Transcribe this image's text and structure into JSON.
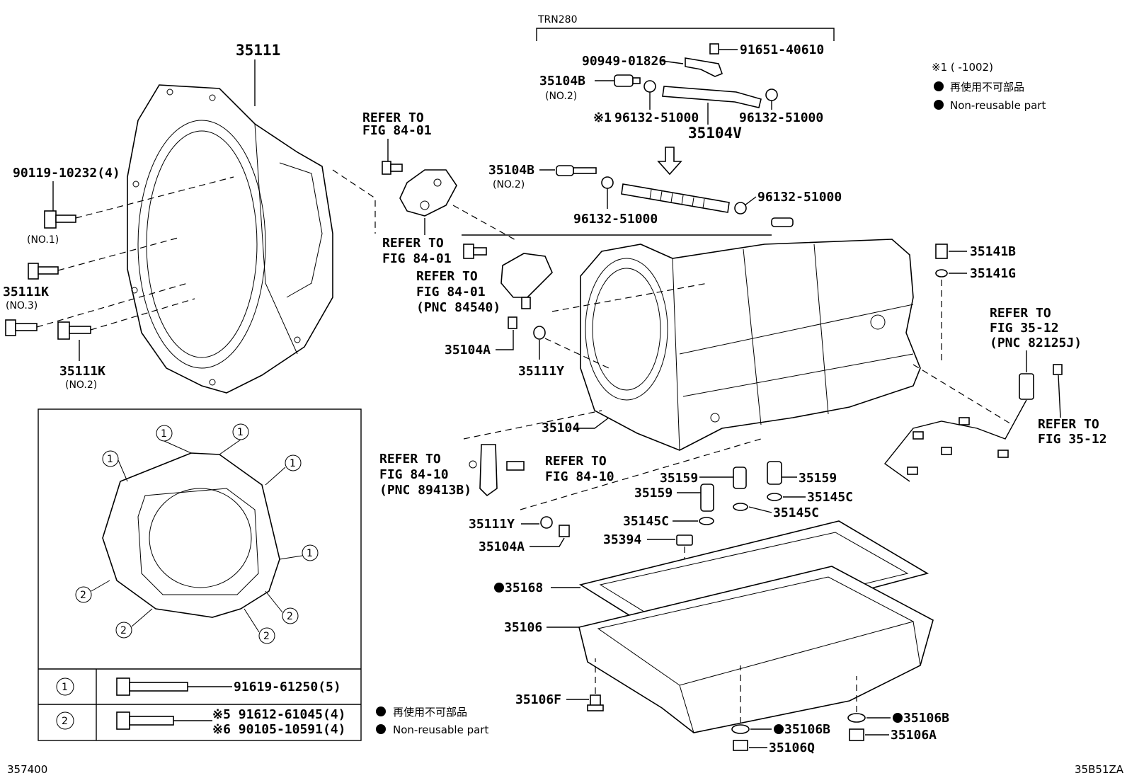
{
  "variant": {
    "title": "TRN280"
  },
  "legend_top": {
    "mark_text": "※1 (      -1002)",
    "jp_text": "再使用不可部品",
    "en_text": "Non-reusable part"
  },
  "legend_bottom": {
    "jp_text": "再使用不可部品",
    "en_text": "Non-reusable part"
  },
  "labels": {
    "p35111": "35111",
    "p90119": "90119-10232(4)",
    "no1": "(NO.1)",
    "p35111k_3": "35111K",
    "no3": "(NO.3)",
    "p35111k_2": "35111K",
    "no2_a": "(NO.2)",
    "refer_a1": "REFER TO",
    "refer_a2": "FIG 84-01",
    "refer_b1": "REFER TO",
    "refer_b2": "FIG 84-01",
    "refer_c1": "REFER TO",
    "refer_c2": "FIG 84-01",
    "refer_c3": "(PNC 84540)",
    "p90949": "90949-01826",
    "p91651": "91651-40610",
    "p35104b_top": "35104B",
    "no2_b": "(NO.2)",
    "mark1": "※1",
    "p96132_a": "96132-51000",
    "p96132_b": "96132-51000",
    "p35104v": "35104V",
    "p35104b_mid": "35104B",
    "no2_c": "(NO.2)",
    "p96132_c": "96132-51000",
    "p96132_d": "96132-51000",
    "p35104a_a": "35104A",
    "p35111y_a": "35111Y",
    "p35104": "35104",
    "p35141b": "35141B",
    "p35141g": "35141G",
    "refer_d1": "REFER TO",
    "refer_d2": "FIG 35-12",
    "refer_d3": "(PNC 82125J)",
    "refer_e1": "REFER TO",
    "refer_e2": "FIG 35-12",
    "refer_f1": "REFER TO",
    "refer_f2": "FIG 84-10",
    "refer_f3": "(PNC 89413B)",
    "refer_g1": "REFER TO",
    "refer_g2": "FIG 84-10",
    "p35159_a": "35159",
    "p35159_b": "35159",
    "p35159_c": "35159",
    "p35145c_a": "35145C",
    "p35145c_b": "35145C",
    "p35145c_c": "35145C",
    "p35394": "35394",
    "p35111y_b": "35111Y",
    "p35104a_b": "35104A",
    "p35168": "35168",
    "p35106": "35106",
    "p35106f": "35106F",
    "p35106b_a": "35106B",
    "p35106b_b": "35106B",
    "p35106q": "35106Q",
    "p35106a": "35106A"
  },
  "bolt_table": {
    "rows": [
      {
        "index": "1",
        "parts": [
          "91619-61250(5)"
        ]
      },
      {
        "index": "2",
        "parts": [
          "※5 91612-61045(4)",
          "※6 90105-10591(4)"
        ]
      }
    ]
  },
  "gasket_markers": {
    "m1": "1",
    "m2": "1",
    "m3": "1",
    "m4": "1",
    "m5": "1",
    "m6": "2",
    "m7": "2",
    "m8": "2",
    "m9": "2"
  },
  "footer": {
    "left_code": "357400",
    "right_code": "35B51ZA"
  }
}
